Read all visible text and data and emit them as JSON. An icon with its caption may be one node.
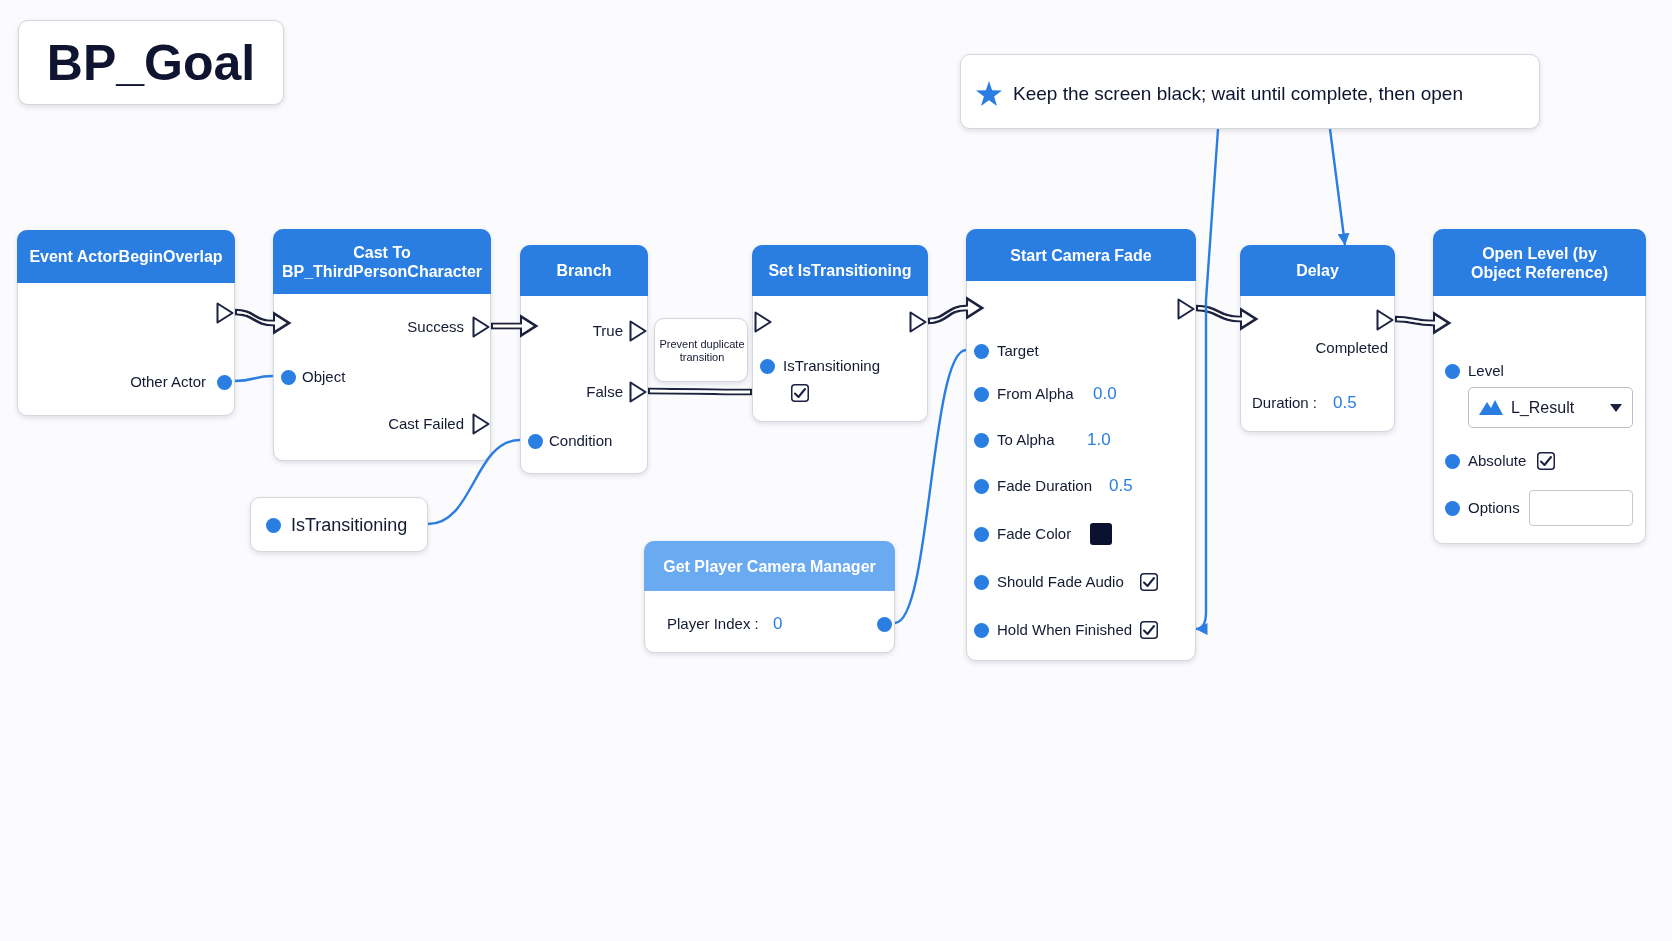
{
  "diagram": {
    "title": "BP_Goal",
    "nodes": [
      {
        "text": [
          "Event ActorBeginOverlap",
          "Other Actor"
        ]
      },
      {
        "text": [
          "Cast To BP_ThirdPersonCharacter",
          "Success",
          "Object",
          "Cast Failed"
        ]
      },
      {
        "text": [
          "Branch",
          "True",
          "False",
          "Condition"
        ]
      },
      {
        "text": [
          "IsTransitioning"
        ]
      },
      {
        "text": [
          "Prevent duplicate transition"
        ]
      },
      {
        "text": [
          "Set IsTransitioning",
          "IsTransitioning"
        ]
      },
      {
        "text": [
          "Get Player Camera Manager",
          "Player Index :",
          "0"
        ]
      },
      {
        "text": [
          "Keep the screen black; wait until complete, then open"
        ]
      },
      {
        "text": [
          "Start Camera Fade",
          "Target",
          "From Alpha",
          "0.0",
          "To Alpha",
          "1.0",
          "Fade Duration",
          "0.5",
          "Fade Color",
          "Should Fade Audio",
          "Hold When Finished"
        ]
      },
      {
        "text": [
          "Delay",
          "Completed",
          "Duration :",
          "0.5"
        ]
      },
      {
        "text": [
          "Open Level (by Object Reference)",
          "Level",
          "L_Result",
          "Absolute",
          "Options"
        ]
      }
    ],
    "edges": [
      {
        "from": 0,
        "to": 1,
        "arrow": "to"
      },
      {
        "from": 0,
        "to": 1,
        "arrow": "none",
        "color": "#2a7de1"
      },
      {
        "from": 1,
        "to": 2,
        "arrow": "to"
      },
      {
        "from": 3,
        "to": 2,
        "arrow": "none",
        "color": "#2a7de1"
      },
      {
        "from": 2,
        "to": 5,
        "arrow": "none"
      },
      {
        "from": 5,
        "to": 8,
        "arrow": "to"
      },
      {
        "from": 6,
        "to": 8,
        "arrow": "none",
        "color": "#2a7de1"
      },
      {
        "from": 8,
        "to": 9,
        "arrow": "to"
      },
      {
        "from": 7,
        "to": 8,
        "arrow": "to",
        "color": "#2a7de1"
      },
      {
        "from": 7,
        "to": 9,
        "arrow": "to",
        "color": "#2a7de1"
      },
      {
        "from": 9,
        "to": 10,
        "arrow": "to"
      }
    ]
  }
}
